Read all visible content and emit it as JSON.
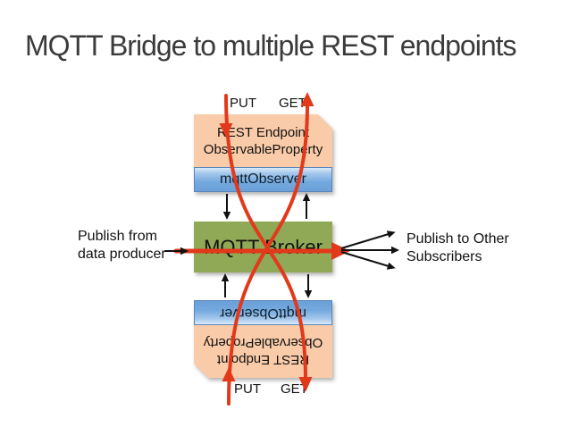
{
  "title": "MQTT Bridge to multiple REST endpoints",
  "diagram": {
    "top_endpoint": {
      "rest_line1": "REST Endpoint",
      "rest_line2": "ObservableProperty",
      "observer": "mqttObserver",
      "put": "PUT",
      "get": "GET"
    },
    "broker": "MQTT Broker",
    "bottom_endpoint": {
      "rest_line1": "REST Endpoint",
      "rest_line2": "ObservableProperty",
      "observer": "mqttObserver",
      "put": "PUT",
      "get": "GET"
    },
    "left_note": {
      "line1": "Publish from",
      "line2": "data producer"
    },
    "right_note": {
      "line1": "Publish to Other",
      "line2": "Subscribers"
    }
  },
  "colors": {
    "endpoint_fill": "#f9cba8",
    "observer_fill": "#74a9de",
    "observer_border": "#5a87bb",
    "broker_fill": "#90a956",
    "flow_red": "#e2391b",
    "arrow_black": "#111111",
    "title_text": "#3b3b3b"
  }
}
